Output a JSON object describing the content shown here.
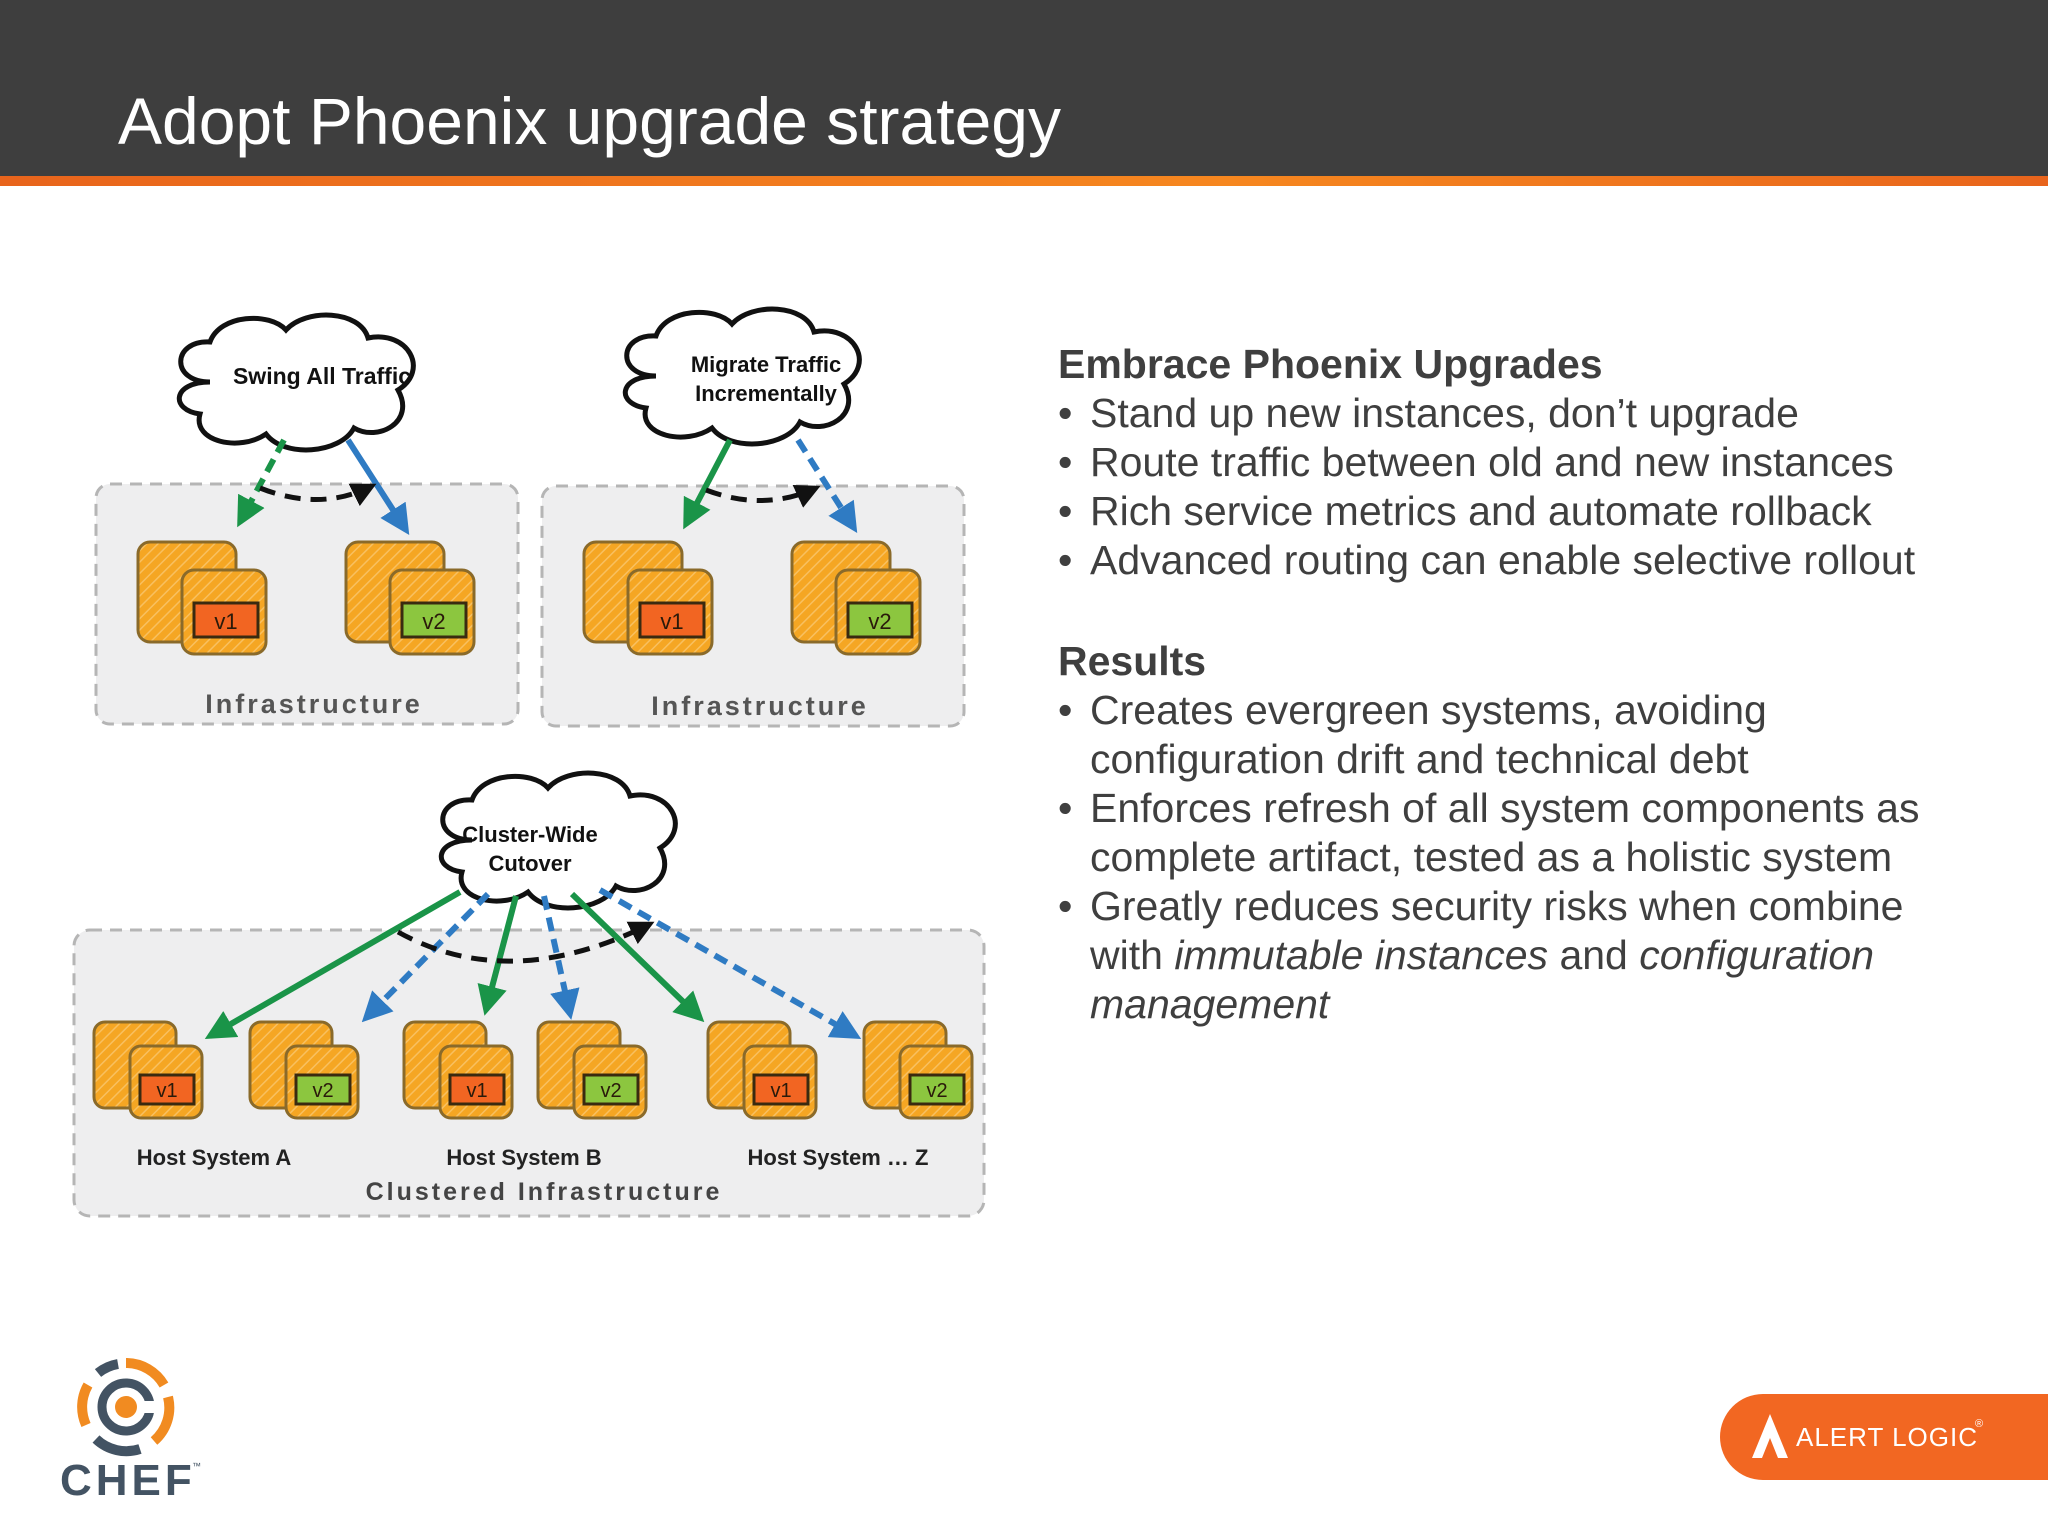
{
  "slide": {
    "title": "Adopt Phoenix upgrade strategy"
  },
  "diagram": {
    "top_left": {
      "cloud": "Swing All Traffic",
      "infra_label": "Infrastructure",
      "v1": "v1",
      "v2": "v2"
    },
    "top_right": {
      "cloud_line1": "Migrate Traffic",
      "cloud_line2": "Incrementally",
      "infra_label": "Infrastructure",
      "v1": "v1",
      "v2": "v2"
    },
    "bottom": {
      "cloud_line1": "Cluster-Wide",
      "cloud_line2": "Cutover",
      "hosts": [
        "Host System A",
        "Host System B",
        "Host System … Z"
      ],
      "infra_label": "Clustered Infrastructure",
      "v1": "v1",
      "v2": "v2"
    },
    "colors": {
      "solid_arrow": "#1a9448",
      "dashed_arrow": "#2f7bc3",
      "instance": "#f5a623",
      "v1_badge": "#f26522",
      "v2_badge": "#8cc63f"
    }
  },
  "panel": {
    "heading1": "Embrace Phoenix Upgrades",
    "bullets1": [
      "Stand up new instances, don’t upgrade",
      "Route traffic between old and new instances",
      "Rich service metrics and automate rollback",
      "Advanced routing can enable selective rollout"
    ],
    "heading2": "Results",
    "results": [
      {
        "line1": "Creates evergreen systems, avoiding",
        "line2": "configuration drift and technical debt"
      },
      {
        "line1": "Enforces refresh of all system components as",
        "line2": "complete artifact, tested as a holistic system"
      }
    ],
    "result3": {
      "line1": "Greatly reduces security risks when combine",
      "part_a": "with ",
      "italic_a": "immutable instances",
      "part_b": " and ",
      "italic_b": "configuration",
      "line3": "management"
    }
  },
  "branding": {
    "chef": "CHEF",
    "chef_tm": "™",
    "alert_logic": "ALERT LOGIC",
    "alert_logic_reg": "®"
  }
}
